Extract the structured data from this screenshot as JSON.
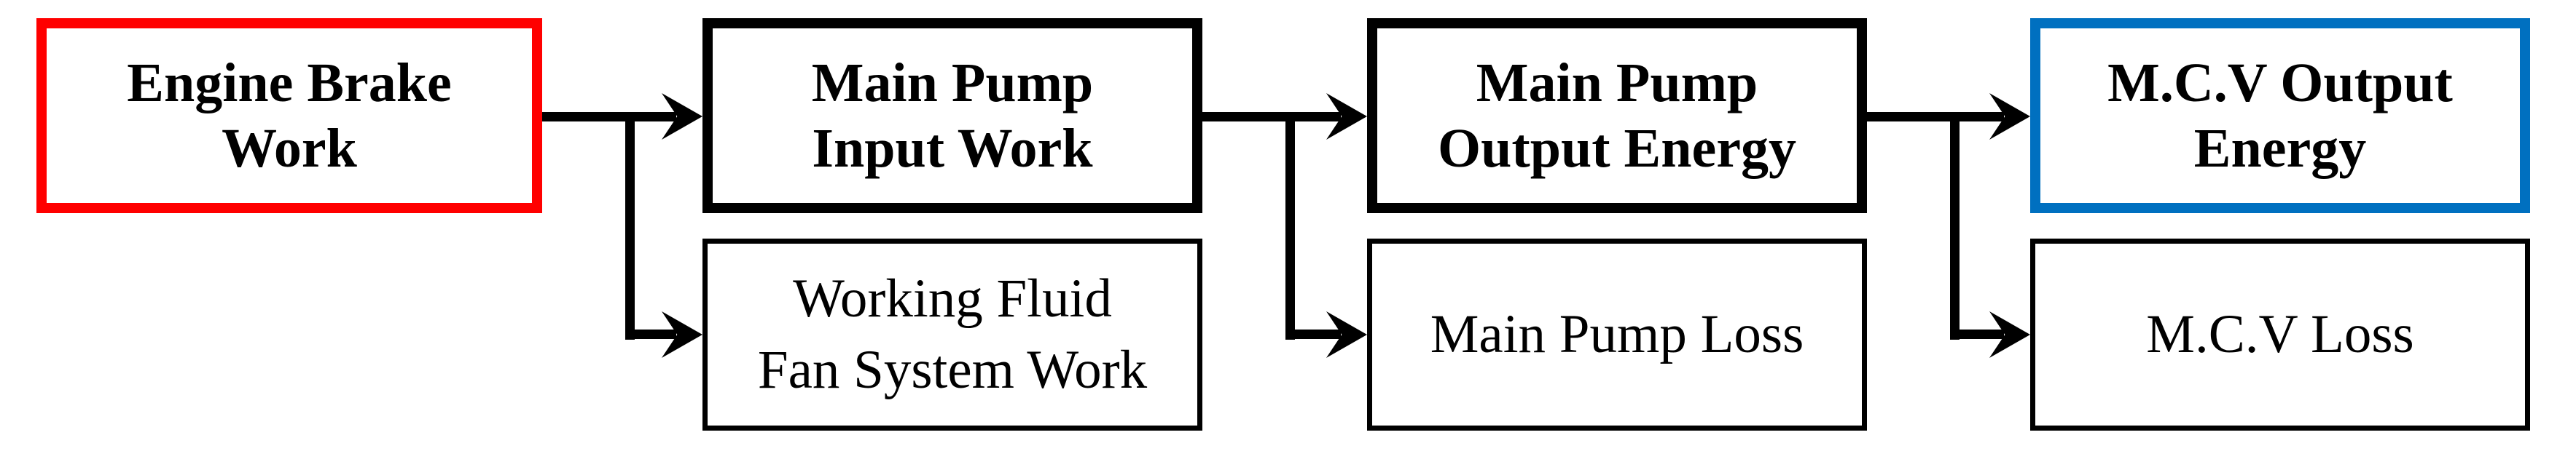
{
  "figure": {
    "type": "flow-diagram",
    "background_color": "#ffffff",
    "connector_color": "#000000",
    "nodes": {
      "top": [
        {
          "id": "engine-brake-work",
          "lines": [
            "Engine Brake",
            "Work"
          ],
          "border_color": "#ff0000",
          "border_weight": "thick",
          "text_weight": "bold"
        },
        {
          "id": "main-pump-input-work",
          "lines": [
            "Main Pump",
            "Input Work"
          ],
          "border_color": "#000000",
          "border_weight": "thick",
          "text_weight": "bold"
        },
        {
          "id": "main-pump-output-energy",
          "lines": [
            "Main Pump",
            "Output Energy"
          ],
          "border_color": "#000000",
          "border_weight": "thick",
          "text_weight": "bold"
        },
        {
          "id": "mcv-output-energy",
          "lines": [
            "M.C.V Output",
            "Energy"
          ],
          "border_color": "#0070c0",
          "border_weight": "thick",
          "text_weight": "bold"
        }
      ],
      "bottom": [
        {
          "id": "working-fluid-fan-system-work",
          "lines": [
            "Working Fluid",
            "Fan System Work"
          ],
          "border_color": "#000000",
          "border_weight": "thin",
          "text_weight": "regular"
        },
        {
          "id": "main-pump-loss",
          "lines": [
            "Main Pump Loss"
          ],
          "border_color": "#000000",
          "border_weight": "thin",
          "text_weight": "regular"
        },
        {
          "id": "mcv-loss",
          "lines": [
            "M.C.V Loss"
          ],
          "border_color": "#000000",
          "border_weight": "thin",
          "text_weight": "regular"
        }
      ]
    },
    "edges": [
      {
        "from": "engine-brake-work",
        "to": "main-pump-input-work"
      },
      {
        "from": "engine-brake-work",
        "to": "working-fluid-fan-system-work"
      },
      {
        "from": "main-pump-input-work",
        "to": "main-pump-output-energy"
      },
      {
        "from": "main-pump-input-work",
        "to": "main-pump-loss"
      },
      {
        "from": "main-pump-output-energy",
        "to": "mcv-output-energy"
      },
      {
        "from": "main-pump-output-energy",
        "to": "mcv-loss"
      }
    ]
  }
}
